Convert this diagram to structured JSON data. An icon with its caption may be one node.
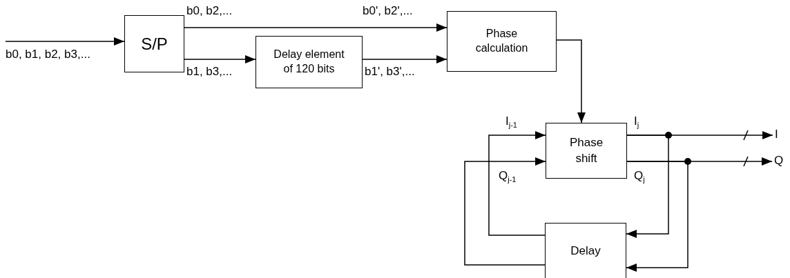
{
  "diagram": {
    "nodes": [
      {
        "text": [
          "S/P"
        ]
      },
      {
        "text": [
          "Delay element of 120 bits"
        ]
      },
      {
        "text": [
          "Phase calculation"
        ]
      },
      {
        "text": [
          "Phase shift"
        ]
      },
      {
        "text": [
          "Delay"
        ]
      },
      {
        "text": [
          "I"
        ]
      },
      {
        "text": [
          "Q"
        ]
      }
    ],
    "edges": [
      {
        "from": null,
        "to": 0,
        "arrow": "to",
        "label": "b0, b1, b2, b3,..."
      },
      {
        "from": 0,
        "to": 2,
        "arrow": "to",
        "label": "b0, b2,..."
      },
      {
        "from": 0,
        "to": 1,
        "arrow": "to",
        "label": "b1, b3,..."
      },
      {
        "from": 1,
        "to": 2,
        "arrow": "to",
        "label": "b1', b3',..."
      },
      {
        "from": 2,
        "to": 3,
        "arrow": "to"
      },
      {
        "from": 3,
        "to": 5,
        "arrow": "to",
        "label": "I$_{j}$"
      },
      {
        "from": 3,
        "to": 6,
        "arrow": "to",
        "label": "Q$_{j}$"
      },
      {
        "from": 3,
        "to": 4,
        "arrow": "to"
      },
      {
        "from": 3,
        "to": 4,
        "arrow": "to"
      },
      {
        "from": 4,
        "to": 3,
        "arrow": "to",
        "label": "I$_{j-1}$"
      },
      {
        "from": 4,
        "to": 3,
        "arrow": "to",
        "label": "Q$_{j-1}$"
      }
    ],
    "labels": [
      "b0', b2',..."
    ]
  }
}
